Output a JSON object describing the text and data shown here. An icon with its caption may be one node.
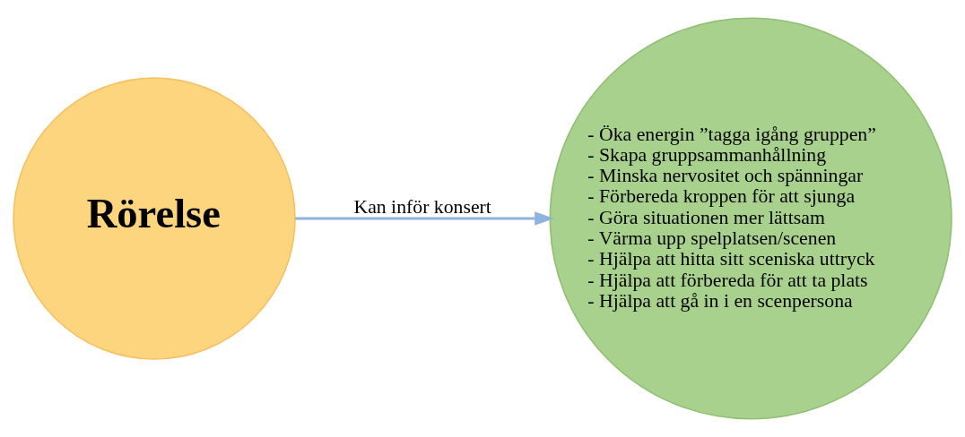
{
  "diagram": {
    "nodes": [
      {
        "text": [
          "Rörelse"
        ]
      },
      {
        "text": [
          "- Öka energin ”tagga igång gruppen”",
          "- Skapa gruppsammanhållning",
          "- Minska nervositet och spänningar",
          "- Förbereda kroppen för att sjunga",
          "- Göra situationen mer lättsam",
          "- Värma upp spelplatsen/scenen",
          "- Hjälpa att hitta sitt sceniska uttryck",
          "- Hjälpa att förbereda för att ta plats",
          "- Hjälpa att gå in i en scenpersona"
        ]
      }
    ],
    "edges": [
      {
        "from": 0,
        "to": 1,
        "arrow": "to",
        "label": "Kan inför konsert"
      }
    ]
  }
}
